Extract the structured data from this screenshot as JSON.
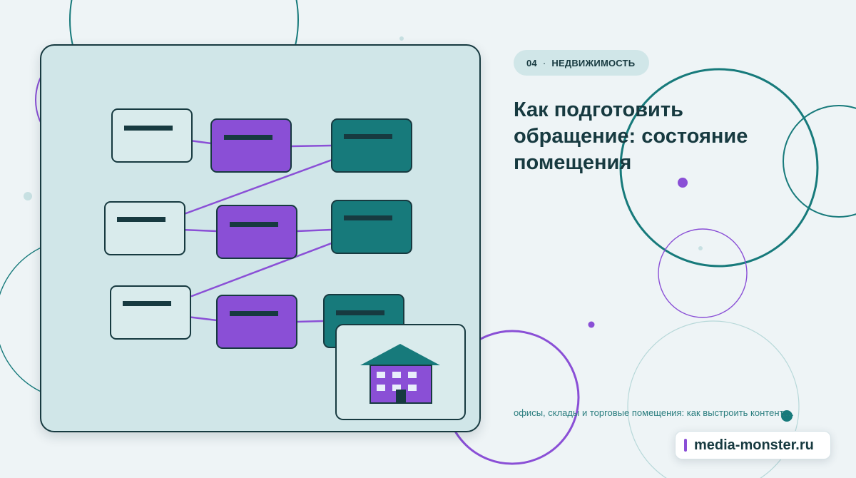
{
  "header": {
    "number": "04",
    "separator": "·",
    "category": "НЕДВИЖИМОСТЬ"
  },
  "title": "Как подготовить обращение: состояние помещения",
  "subtitle": "офисы, склады и торговые помещения: как выстроить контент,…",
  "brand": {
    "text": "media-monster.ru"
  },
  "colors": {
    "background": "#eef4f6",
    "panel": "#d0e6e8",
    "dark_teal": "#173a40",
    "teal": "#177a7b",
    "purple": "#8a4fd6",
    "soft_purple": "#9a5de0",
    "white": "#ffffff"
  },
  "icons": {
    "house": "house-icon",
    "brand_marker": "brand-accent-bar",
    "flow_cards": "flow-card-icons",
    "decor": "decorative-circles"
  }
}
